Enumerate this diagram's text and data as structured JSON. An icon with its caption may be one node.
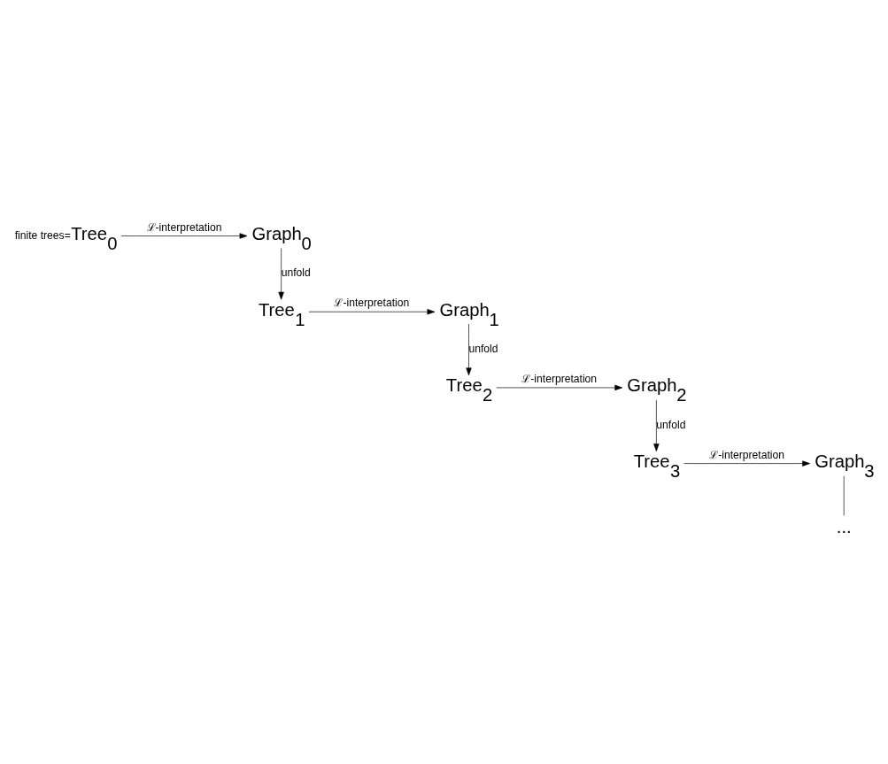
{
  "diagram": {
    "nodes": [
      {
        "text": [
          "Tree$_{0}$"
        ],
        "beside": [
          "finite trees="
        ]
      },
      {
        "text": [
          "Graph$_{0}$"
        ]
      },
      {
        "text": [
          "Tree$_{1}$"
        ]
      },
      {
        "text": [
          "Graph$_{1}$"
        ]
      },
      {
        "text": [
          "Tree$_{2}$"
        ]
      },
      {
        "text": [
          "Graph$_{2}$"
        ]
      },
      {
        "text": [
          "Tree$_{3}$"
        ]
      },
      {
        "text": [
          "Graph$_{3}$"
        ]
      },
      {
        "text": [
          "..."
        ]
      }
    ],
    "edges": [
      {
        "from": 0,
        "to": 1,
        "arrow": "to",
        "label": "ℒ-interpretation"
      },
      {
        "from": 1,
        "to": 2,
        "arrow": "to",
        "label": "unfold"
      },
      {
        "from": 2,
        "to": 3,
        "arrow": "to",
        "label": "ℒ-interpretation"
      },
      {
        "from": 3,
        "to": 4,
        "arrow": "to",
        "label": "unfold"
      },
      {
        "from": 4,
        "to": 5,
        "arrow": "to",
        "label": "ℒ-interpretation"
      },
      {
        "from": 5,
        "to": 6,
        "arrow": "to",
        "label": "unfold"
      },
      {
        "from": 6,
        "to": 7,
        "arrow": "to",
        "label": "ℒ-interpretation"
      },
      {
        "from": 7,
        "to": 8,
        "arrow": "none"
      }
    ]
  }
}
